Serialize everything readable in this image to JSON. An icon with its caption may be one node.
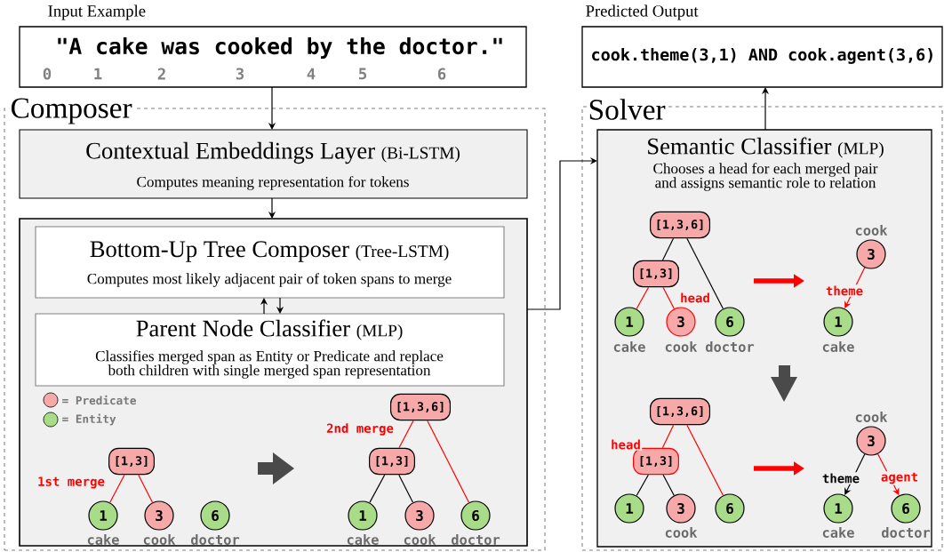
{
  "diagram": {
    "nodes": [
      {
        "text": [
          "Input Example",
          "\"A cake was cooked by the doctor.\"",
          "0",
          "1",
          "2",
          "3",
          "4",
          "5",
          "6"
        ]
      },
      {
        "text": [
          "Predicted Output",
          "cook.theme(3,1) AND cook.agent(3,6)"
        ]
      },
      {
        "text": [
          "Composer"
        ]
      },
      {
        "text": [
          "Contextual Embeddings Layer",
          "(Bi-LSTM)",
          "Computes meaning representation for tokens"
        ],
        "in": 2
      },
      {
        "text": [],
        "shape": "box",
        "in": 2
      },
      {
        "text": [
          "Bottom-Up Tree Composer",
          "(Tree-LSTM)",
          "Computes most likely adjacent pair of token spans to merge"
        ],
        "in": 4
      },
      {
        "text": [
          "Parent Node Classifier",
          "(MLP)",
          "Classifies merged span as Entity or Predicate and replace both children with single merged span representation"
        ],
        "in": 4
      },
      {
        "text": [
          "[1,3]"
        ],
        "in": 4
      },
      {
        "text": [
          "1"
        ],
        "beside": [
          "cake"
        ],
        "in": 4
      },
      {
        "text": [
          "3"
        ],
        "beside": [
          "cook"
        ],
        "in": 4
      },
      {
        "text": [
          "6"
        ],
        "beside": [
          "doctor"
        ],
        "in": 4
      },
      {
        "text": [
          "[1,3,6]"
        ],
        "in": 4
      },
      {
        "text": [
          "[1,3]"
        ],
        "in": 4
      },
      {
        "text": [
          "1"
        ],
        "beside": [
          "cake"
        ],
        "in": 4
      },
      {
        "text": [
          "3"
        ],
        "beside": [
          "cook"
        ],
        "in": 4
      },
      {
        "text": [
          "6"
        ],
        "beside": [
          "doctor"
        ],
        "in": 4
      },
      {
        "text": [
          "Solver"
        ]
      },
      {
        "text": [
          "Semantic Classifier",
          "(MLP)",
          "Chooses a head for each merged pair and assigns semantic role to relation"
        ],
        "in": 16
      },
      {
        "text": [
          "[1,3,6]"
        ],
        "in": 17
      },
      {
        "text": [
          "[1,3]"
        ],
        "in": 17
      },
      {
        "text": [
          "1"
        ],
        "beside": [
          "cake"
        ],
        "in": 17
      },
      {
        "text": [
          "3"
        ],
        "beside": [
          "cook"
        ],
        "in": 17
      },
      {
        "text": [
          "6"
        ],
        "beside": [
          "doctor"
        ],
        "in": 17
      },
      {
        "text": [
          "3"
        ],
        "beside": [
          "cook"
        ],
        "in": 17
      },
      {
        "text": [
          "1"
        ],
        "beside": [
          "cake"
        ],
        "in": 17
      },
      {
        "text": [
          "[1,3,6]"
        ],
        "in": 17
      },
      {
        "text": [
          "[1,3]"
        ],
        "in": 17
      },
      {
        "text": [
          "1"
        ],
        "in": 17
      },
      {
        "text": [
          "3"
        ],
        "beside": [
          "cook"
        ],
        "in": 17
      },
      {
        "text": [
          "6"
        ],
        "in": 17
      },
      {
        "text": [
          "3"
        ],
        "beside": [
          "cook"
        ],
        "in": 17
      },
      {
        "text": [
          "1"
        ],
        "beside": [
          "cake"
        ],
        "in": 17
      },
      {
        "text": [
          "6"
        ],
        "beside": [
          "doctor"
        ],
        "in": 17
      }
    ],
    "edges": [
      {
        "from": 0,
        "to": 3,
        "arrow": "to"
      },
      {
        "from": 3,
        "to": 4,
        "arrow": "to"
      },
      {
        "from": 6,
        "to": 5,
        "arrow": "to"
      },
      {
        "from": 5,
        "to": 6,
        "arrow": "to"
      },
      {
        "from": 4,
        "to": 17,
        "arrow": "to"
      },
      {
        "from": 17,
        "to": 1,
        "arrow": "to"
      },
      {
        "from": 7,
        "to": 8,
        "arrow": "none",
        "label": "1st merge",
        "color": "#ff0000"
      },
      {
        "from": 7,
        "to": 9,
        "arrow": "none",
        "color": "#ff0000"
      },
      {
        "from": 11,
        "to": 12,
        "arrow": "none",
        "label": "2nd merge",
        "color": "#ff0000"
      },
      {
        "from": 11,
        "to": 15,
        "arrow": "none",
        "color": "#ff0000"
      },
      {
        "from": 12,
        "to": 13,
        "arrow": "none"
      },
      {
        "from": 12,
        "to": 14,
        "arrow": "none"
      },
      {
        "from": 18,
        "to": 19,
        "arrow": "none"
      },
      {
        "from": 18,
        "to": 22,
        "arrow": "none"
      },
      {
        "from": 19,
        "to": 20,
        "arrow": "none",
        "color": "#ff0000"
      },
      {
        "from": 19,
        "to": 21,
        "arrow": "none",
        "label": "head",
        "color": "#ff0000"
      },
      {
        "from": 23,
        "to": 24,
        "arrow": "to",
        "label": "theme",
        "color": "#ff0000"
      },
      {
        "from": 25,
        "to": 26,
        "arrow": "none",
        "label": "head",
        "color": "#ff0000"
      },
      {
        "from": 25,
        "to": 29,
        "arrow": "none",
        "color": "#ff0000"
      },
      {
        "from": 26,
        "to": 27,
        "arrow": "none"
      },
      {
        "from": 26,
        "to": 28,
        "arrow": "none"
      },
      {
        "from": 30,
        "to": 31,
        "arrow": "to",
        "label": "theme"
      },
      {
        "from": 30,
        "to": 32,
        "arrow": "to",
        "label": "agent",
        "color": "#ff0000"
      }
    ],
    "legend": [
      {
        "text": "= Predicate",
        "color": "#f7a8a8"
      },
      {
        "text": "= Entity",
        "color": "#a8dc88"
      }
    ]
  }
}
